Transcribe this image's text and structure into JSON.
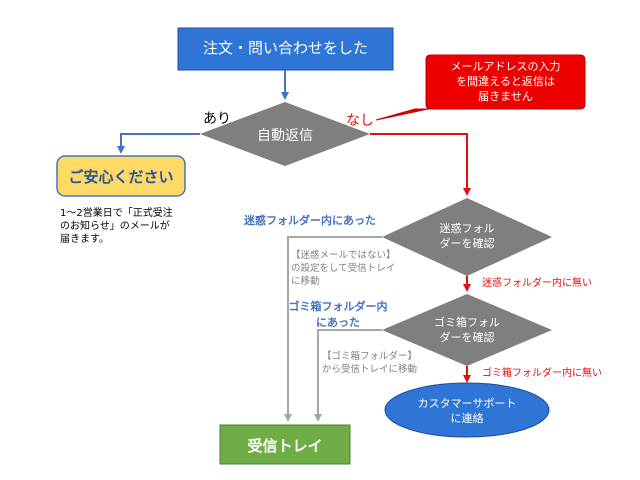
{
  "start": {
    "text": "注文・問い合わせをした"
  },
  "callout": {
    "text": "メールアドレスの入力\nを間違えると返信は\n届きません"
  },
  "decision_auto": {
    "text": "自動返信",
    "yes_label": "あり",
    "no_label": "なし"
  },
  "reassure": {
    "title": "ご安心ください",
    "note": "1～2営業日で「正式受注\nのお知らせ」のメールが\n届きます。"
  },
  "decision_spam": {
    "text": "迷惑フォル\nダーを確認",
    "found_label": "迷惑フォルダー内にあった",
    "found_note": "【迷惑メールではない】\nの設定をして受信トレイ\nに移動",
    "not_found_label": "迷惑フォルダー内に無い"
  },
  "decision_trash": {
    "text": "ゴミ箱フォル\nダーを確認",
    "found_label": "ゴミ箱フォルダー内\nにあった",
    "found_note": "【ゴミ箱フォルダー】\nから受信トレイに移動",
    "not_found_label": "ゴミ箱フォルダー内に無い"
  },
  "support": {
    "text": "カスタマーサポート\nに連絡"
  },
  "inbox": {
    "text": "受信トレイ"
  },
  "colors": {
    "blue_fill": "#2e75d6",
    "blue_line": "#4472c4",
    "gray_fill": "#7f7f7f",
    "gray_line": "#a6a6a6",
    "red": "#e01010",
    "red_callout": "#ee0000",
    "yellow_fill": "#ffd966",
    "green_fill": "#70ad47",
    "label_blue": "#4472c4",
    "note_gray": "#7f7f7f"
  }
}
